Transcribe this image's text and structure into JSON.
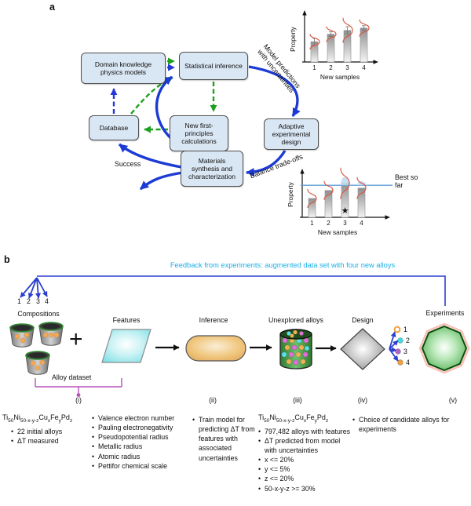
{
  "colors": {
    "box_fill": "#d9e6f3",
    "box_border": "#4f4f4f",
    "solid_arrow_blue": "#1c3bd4",
    "dashed_green": "#1ea01e",
    "dashed_blue": "#2438d8",
    "feedback_cyan": "#1ab0e8",
    "bracket_magenta": "#b84fb8",
    "uncertainty_curve_red": "#d9503c",
    "star_red": "#a63a28",
    "best_line_blue": "#5b9bd5"
  },
  "panel_a": {
    "label": "a",
    "boxes": {
      "domain_knowledge": "Domain knowledge physics models",
      "statistical_inference": "Statistical inference",
      "database": "Database",
      "new_first_principles": "New first-principles calculations",
      "adaptive_design": "Adaptive experimental design",
      "materials_synthesis": "Materials synthesis and characterization"
    },
    "labels": {
      "success": "Success",
      "model_predictions": "Model predictions with uncertainties",
      "balance_tradeoffs": "Balance trade-offs"
    }
  },
  "chart_data": [
    {
      "type": "bar",
      "categories": [
        "1",
        "2",
        "3",
        "4"
      ],
      "values": [
        0.43,
        0.59,
        0.67,
        0.72
      ],
      "errors": [
        0.07,
        0.05,
        0.08,
        0.05
      ],
      "xlabel": "New samples",
      "ylabel": "Property",
      "ylim": [
        0,
        1
      ],
      "grid": false,
      "annotation": "red uncertainty distribution curve at each bar top"
    },
    {
      "type": "bar",
      "categories": [
        "1",
        "2",
        "3",
        "4"
      ],
      "values": [
        0.4,
        0.57,
        0.72,
        0.62
      ],
      "xlabel": "New samples",
      "ylabel": "Property",
      "ylim": [
        0,
        1
      ],
      "grid": false,
      "reference_line_value": 0.68,
      "reference_label": "Best so far",
      "starred_category": "3",
      "annotation": "red uncertainty curves; area above best-so-far line shaded blue for samples 3 and 4"
    }
  ],
  "panel_b": {
    "label": "b",
    "feedback_text": "Feedback from experiments: augmented data set with four new alloys",
    "fan_numbers": [
      "1",
      "2",
      "3",
      "4"
    ],
    "candidate_numbers": [
      "1",
      "2",
      "3",
      "4"
    ],
    "plus_sign": "+",
    "stage_labels": {
      "compositions": "Compositions",
      "features": "Features",
      "inference": "Inference",
      "unexplored": "Unexplored alloys",
      "design": "Design",
      "experiments": "Experiments"
    },
    "alloy_dataset_label": "Alloy dataset",
    "numerals": [
      "(i)",
      "(ii)",
      "(iii)",
      "(iv)",
      "(v)"
    ],
    "notes": {
      "col1": {
        "formula": [
          [
            "Ti",
            0
          ],
          [
            "50",
            1
          ],
          [
            "Ni",
            0
          ],
          [
            "50-x-y-z",
            1
          ],
          [
            "Cu",
            0
          ],
          [
            "x",
            1
          ],
          [
            "Fe",
            0
          ],
          [
            "y",
            1
          ],
          [
            "Pd",
            0
          ],
          [
            "z",
            1
          ]
        ],
        "bullets": [
          "22 initial alloys",
          "ΔT measured"
        ]
      },
      "col2": {
        "bullets": [
          "Valence electron number",
          "Pauling electronegativity",
          "Pseudopotential radius",
          "Metallic radius",
          "Atomic radius",
          "Pettifor chemical scale"
        ]
      },
      "col3": {
        "bullets": [
          "Train model for predicting ΔT from features with associated uncertainties"
        ]
      },
      "col4": {
        "formula": [
          [
            "Ti",
            0
          ],
          [
            "50",
            1
          ],
          [
            "Ni",
            0
          ],
          [
            "50-x-y-z",
            1
          ],
          [
            "Cu",
            0
          ],
          [
            "x",
            1
          ],
          [
            "Fe",
            0
          ],
          [
            "y",
            1
          ],
          [
            "Pd",
            0
          ],
          [
            "z",
            1
          ]
        ],
        "bullets": [
          "797,482 alloys with features",
          "ΔT predicted from model with uncertainties",
          "x <= 20%",
          "y <= 5%",
          "z <= 20%",
          "50-x-y-z >= 30%"
        ]
      },
      "col5": {
        "bullets": [
          "Choice of candidate alloys for experiments"
        ]
      }
    }
  }
}
